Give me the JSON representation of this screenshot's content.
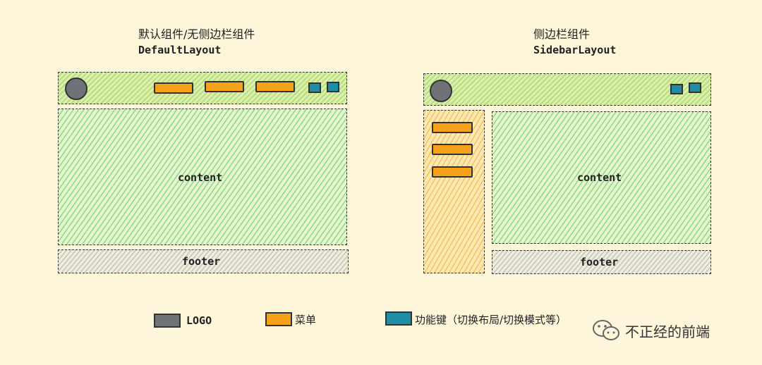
{
  "default_layout": {
    "title_zh": "默认组件/无侧边栏组件",
    "title_en": "DefaultLayout",
    "content_label": "content",
    "footer_label": "footer"
  },
  "sidebar_layout": {
    "title_zh": "侧边栏组件",
    "title_en": "SidebarLayout",
    "content_label": "content",
    "footer_label": "footer"
  },
  "legend": {
    "logo": "LOGO",
    "menu": "菜单",
    "function_keys": "功能键（切换布局/切换模式等）"
  },
  "colors": {
    "logo": "#6f7378",
    "menu": "#f5a11a",
    "function_key": "#1d8ea6",
    "header": "#cfe89b",
    "content": "#c8ecb4",
    "sidebar": "#f8d98a",
    "footer": "#e0ddd0"
  },
  "watermark": "不正经的前端"
}
